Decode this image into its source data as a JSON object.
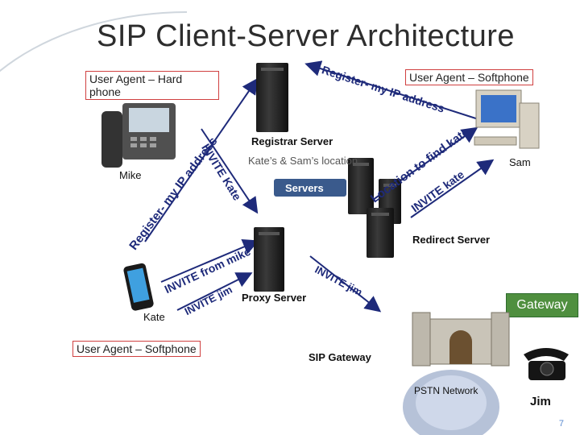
{
  "title": "SIP Client-Server Architecture",
  "labels": {
    "ua_hard": "User Agent – Hard phone",
    "ua_soft_right": "User Agent – Softphone",
    "ua_soft_left": "User Agent – Softphone",
    "registrar": "Registrar  Server",
    "location": "Kate’s & Sam’s location",
    "servers": "Servers",
    "redirect": "Redirect Server",
    "proxy": "Proxy Server",
    "gateway": "Gateway",
    "sip_gateway": "SIP Gateway",
    "pstn": "PSTN Network",
    "mike": "Mike",
    "sam": "Sam",
    "kate": "Kate",
    "jim": "Jim"
  },
  "arrow_text": {
    "register_top": "Register- my IP address",
    "register_left": "Register- my IP address",
    "invite_kate_left": "INVITE Kate",
    "locate": "Location to find kate",
    "invite_kate_right": "INVITE kate",
    "invite_from_mike": "INVITE from mike",
    "invite_jim_left": "INVITE jim",
    "invite_jim_right": "INVITE jim"
  },
  "page_number": "7",
  "icons": {
    "hard_phone": "desk-phone-icon",
    "computer": "computer-icon",
    "mobile": "mobile-phone-icon",
    "server": "server-tower-icon",
    "castle": "castle-gateway-icon",
    "rotary_phone": "telephone-icon"
  },
  "colors": {
    "arrow": "#1e2a7a",
    "label_border": "#d04040",
    "gateway_fill": "#4f8f3f"
  }
}
